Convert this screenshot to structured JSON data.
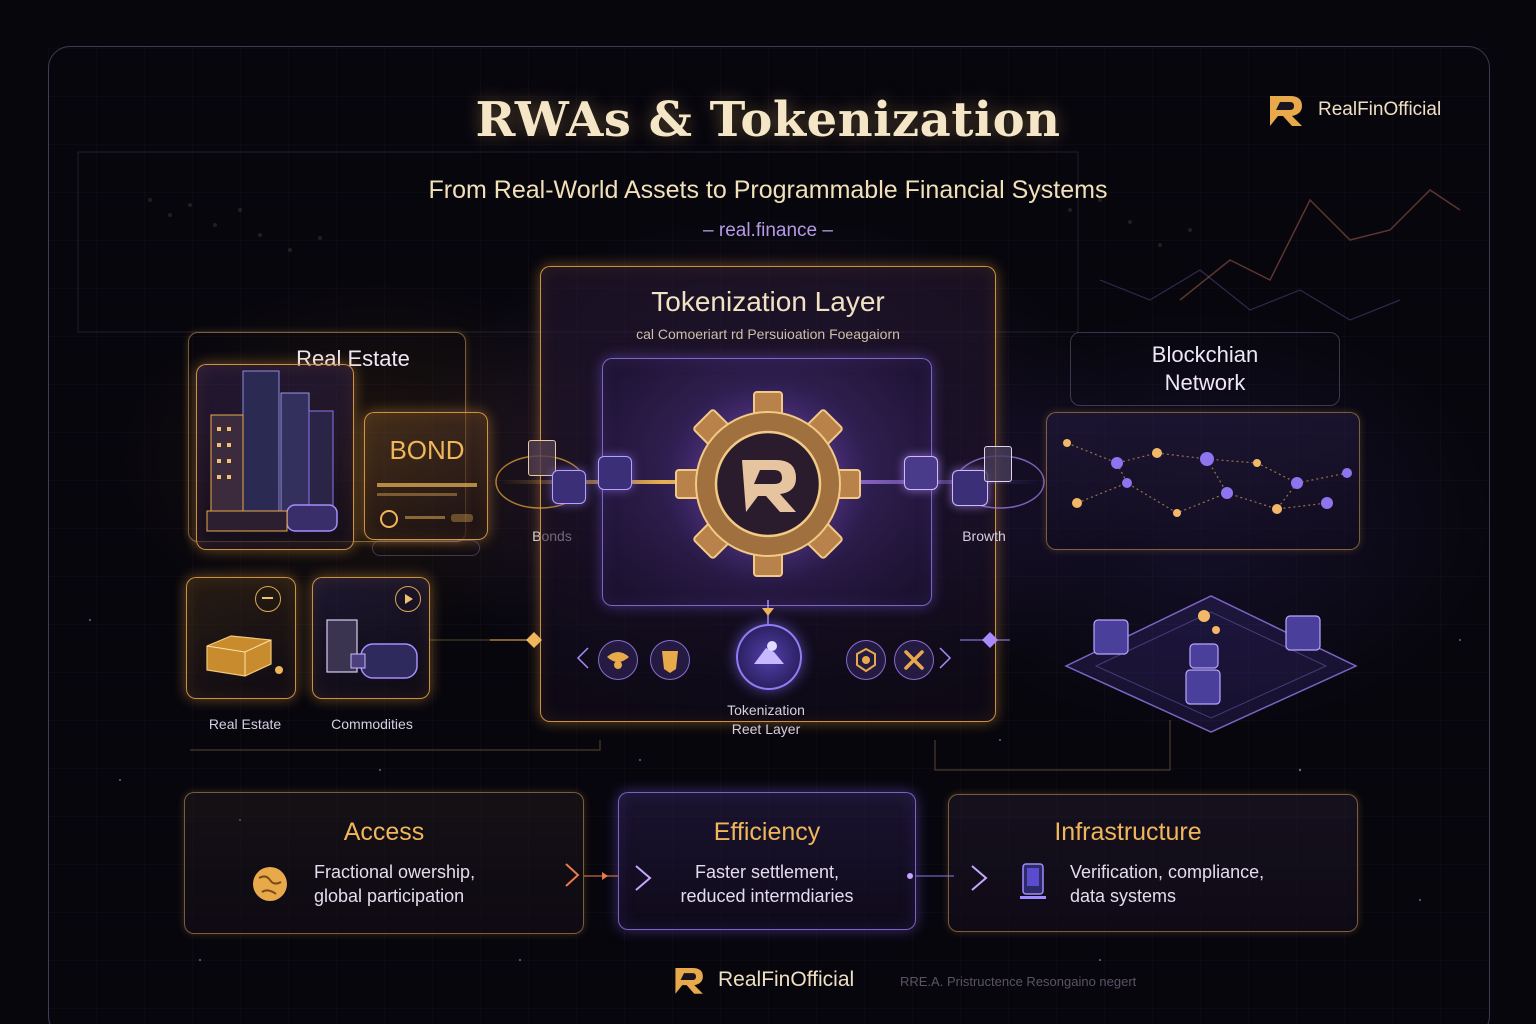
{
  "header": {
    "title": "RWAs & Tokenization",
    "subtitle": "From Real-World Assets to Programmable Financial Systems",
    "tagline": "– real.finance –"
  },
  "brand": {
    "name_top": "RealFinOfficial",
    "name_bottom": "RealFinOfficial",
    "footnote": "RRE.A. Pristructence Resongaino negert"
  },
  "assets": {
    "real_estate_title": "Real Estate",
    "bond_label": "BOND",
    "bonds_caption": "Bonds",
    "real_estate_caption": "Real Estate",
    "commodities_caption": "Commodities"
  },
  "tokenization_layer": {
    "title": "Tokenization Layer",
    "subtitle": "cal Comoeriart rd Persuioation Foeagaiorn",
    "growth_caption": "Browth",
    "bottom_caption_line1": "Tokenization",
    "bottom_caption_line2": "Reet Layer"
  },
  "blockchain": {
    "title_line1": "Blockchian",
    "title_line2": "Network"
  },
  "cards": [
    {
      "title": "Access",
      "line1": "Fractional owership,",
      "line2": "global participation",
      "icon": "globe-icon"
    },
    {
      "title": "Efficiency",
      "line1": "Faster settlement,",
      "line2": "reduced intermdiaries",
      "icon": "chevron-icon"
    },
    {
      "title": "Infrastructure",
      "line1": "Verification, compliance,",
      "line2": "data systems",
      "icon": "device-icon"
    }
  ],
  "colors": {
    "gold": "#e8a94a",
    "violet": "#8f74f0",
    "title": "#f4e6c6",
    "background": "#07060d"
  }
}
